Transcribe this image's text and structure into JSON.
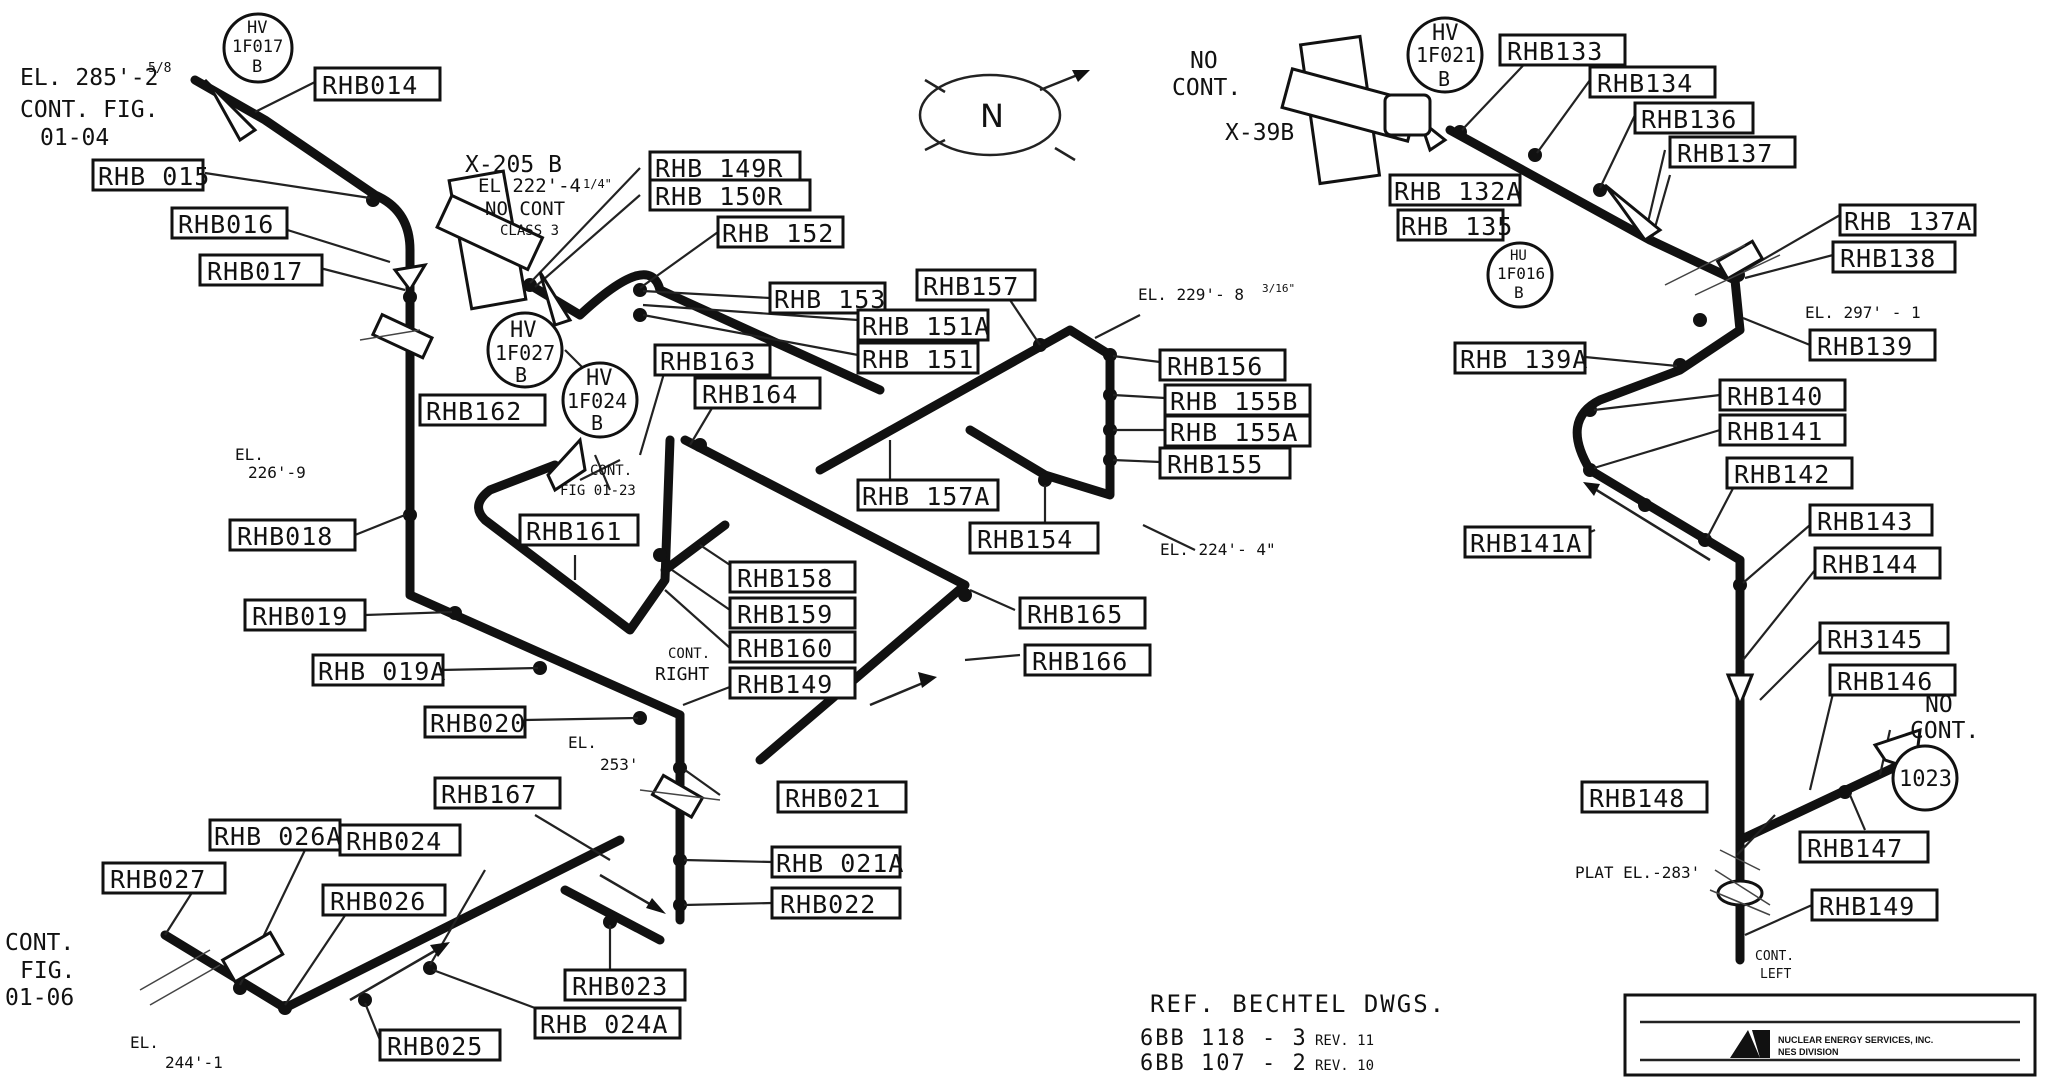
{
  "compass": {
    "label": "N"
  },
  "elevation_notes": {
    "el_285": "EL. 285'-2",
    "el_285_frac": "5/8",
    "cont_fig_0104": "CONT. FIG.",
    "cont_fig_0104_b": "01-04",
    "x205b": "X-205 B",
    "el_222": "EL.222'-4",
    "el_222_frac": "1/4\"",
    "no_cont_class3_a": "NO CONT",
    "no_cont_class3_b": "CLASS 3",
    "el_226_a": "EL.",
    "el_226_b": "226'-9",
    "el_229": "EL. 229'- 8",
    "el_229_frac": "3/16\"",
    "el_224": "EL. 224'- 4\"",
    "cont_fig_0123_a": "CONT.",
    "cont_fig_0123_b": "FIG 01-23",
    "cont_right_a": "CONT.",
    "cont_right_b": "RIGHT",
    "el_253_a": "EL.",
    "el_253_b": "253'",
    "cont_fig_0106_a": "CONT.",
    "cont_fig_0106_b": "FIG.",
    "cont_fig_0106_c": "01-06",
    "el_244_a": "EL.",
    "el_244_b": "244'-1",
    "no_cont_right_a": "NO",
    "no_cont_right_b": "CONT.",
    "x39b": "X-39B",
    "el_297": "EL. 297' - 1",
    "plat_el": "PLAT EL.-283'",
    "cont_left_a": "CONT.",
    "cont_left_b": "LEFT",
    "no_cont_far_a": "NO",
    "no_cont_far_b": "CONT."
  },
  "valves": {
    "hv1f017": [
      "HV",
      "1F017",
      "B"
    ],
    "hv1f027": [
      "HV",
      "1F027",
      "B"
    ],
    "hv1f024": [
      "HV",
      "1F024",
      "B"
    ],
    "hv1f021": [
      "HV",
      "1F021",
      "B"
    ],
    "hu1f016": [
      "HU",
      "1F016",
      "B"
    ],
    "c1023": [
      "1023"
    ]
  },
  "tags": {
    "RHB014": "RHB014",
    "RHB015": "RHB 015",
    "RHB016": "RHB016",
    "RHB017": "RHB017",
    "RHB018": "RHB018",
    "RHB019": "RHB019",
    "RHB019A": "RHB 019A",
    "RHB020": "RHB020",
    "RHB021": "RHB021",
    "RHB021A": "RHB 021A",
    "RHB022": "RHB022",
    "RHB023": "RHB023",
    "RHB024": "RHB024",
    "RHB024A": "RHB 024A",
    "RHB025": "RHB025",
    "RHB026": "RHB026",
    "RHB026A": "RHB 026A",
    "RHB027": "RHB027",
    "RHB149R": "RHB 149R",
    "RHB150R": "RHB 150R",
    "RHB152": "RHB 152",
    "RHB153": "RHB 153",
    "RHB151A": "RHB 151A",
    "RHB151": "RHB 151",
    "RHB157": "RHB157",
    "RHB156": "RHB156",
    "RHB155B": "RHB 155B",
    "RHB155A": "RHB 155A",
    "RHB155": "RHB155",
    "RHB154": "RHB154",
    "RHB157A": "RHB 157A",
    "RHB163": "RHB163",
    "RHB164": "RHB164",
    "RHB162": "RHB162",
    "RHB161": "RHB161",
    "RHB158": "RHB158",
    "RHB159": "RHB159",
    "RHB160": "RHB160",
    "RHB149": "RHB149",
    "RHB165": "RHB165",
    "RHB166": "RHB166",
    "RHB167": "RHB167",
    "RHB133": "RHB133",
    "RHB134": "RHB134",
    "RHB136": "RHB136",
    "RHB137": "RHB137",
    "RHB132A": "RHB 132A",
    "RHB135": "RHB 135",
    "RHB137A": "RHB 137A",
    "RHB138": "RHB138",
    "RHB139": "RHB139",
    "RHB139A": "RHB 139A",
    "RHB140": "RHB140",
    "RHB141": "RHB141",
    "RHB142": "RHB142",
    "RHB141A": "RHB141A",
    "RHB143": "RHB143",
    "RHB144": "RHB144",
    "RHB145": "RH3145",
    "RHB146": "RHB146",
    "RHB148": "RHB148",
    "RHB147": "RHB147",
    "RHB149L": "RHB149"
  },
  "reference": {
    "title": "REF. BECHTEL DWGS.",
    "lines": [
      {
        "dwg": "6BB  118 - 3",
        "rev": "REV. 11"
      },
      {
        "dwg": "6BB  107 - 2",
        "rev": "REV. 10"
      }
    ]
  },
  "title_block": {
    "company": "NUCLEAR ENERGY SERVICES, INC.",
    "division": "NES DIVISION"
  }
}
